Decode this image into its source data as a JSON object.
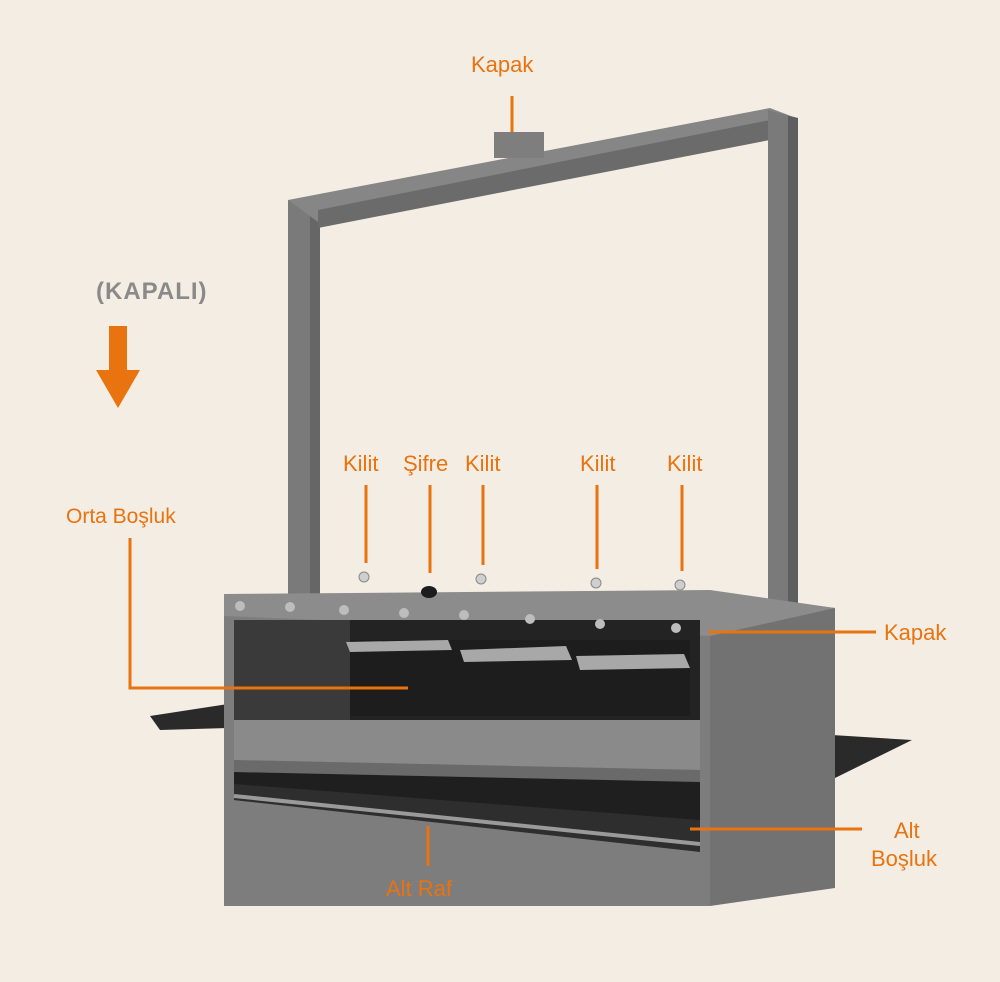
{
  "colors": {
    "background": "#f4ede3",
    "accent": "#e8730f",
    "metal": "#7d7d7d",
    "metal_dark": "#5e5e5e",
    "cavity": "#232323",
    "state_text": "#8a8a8a"
  },
  "state_label": "(KAPALI)",
  "labels": {
    "top_lid": "Kapak",
    "middle_space": "Orta Boşluk",
    "lock_1": "Kilit",
    "combination": "Şifre",
    "lock_2": "Kilit",
    "lock_3": "Kilit",
    "lock_4": "Kilit",
    "side_lid": "Kapak",
    "bottom_space_line1": "Alt",
    "bottom_space_line2": "Boşluk",
    "bottom_shelf": "Alt Raf"
  },
  "icons": {
    "state_arrow": "arrow-down-icon"
  }
}
